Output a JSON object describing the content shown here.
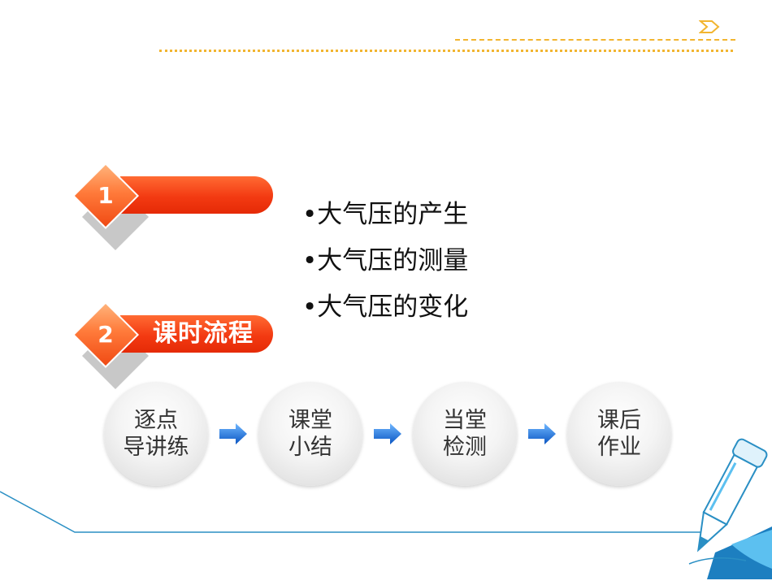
{
  "sections": [
    {
      "number": "1",
      "title": ""
    },
    {
      "number": "2",
      "title": "课时流程"
    }
  ],
  "topics": [
    "•大气压的产生",
    "•大气压的测量",
    "•大气压的变化"
  ],
  "process": [
    {
      "line1": "逐点",
      "line2": "导讲练"
    },
    {
      "line1": "课堂",
      "line2": "小结"
    },
    {
      "line1": "当堂",
      "line2": "检测"
    },
    {
      "line1": "课后",
      "line2": "作业"
    }
  ],
  "colors": {
    "accent": "#f33a12",
    "decor_yellow": "#f2b530",
    "arrow_blue": "#1a6fd6",
    "line_blue": "#2a8fc4"
  },
  "icons": {
    "next": "chevron-right-icon",
    "arrow": "arrow-right-icon",
    "pen": "pen-icon"
  }
}
